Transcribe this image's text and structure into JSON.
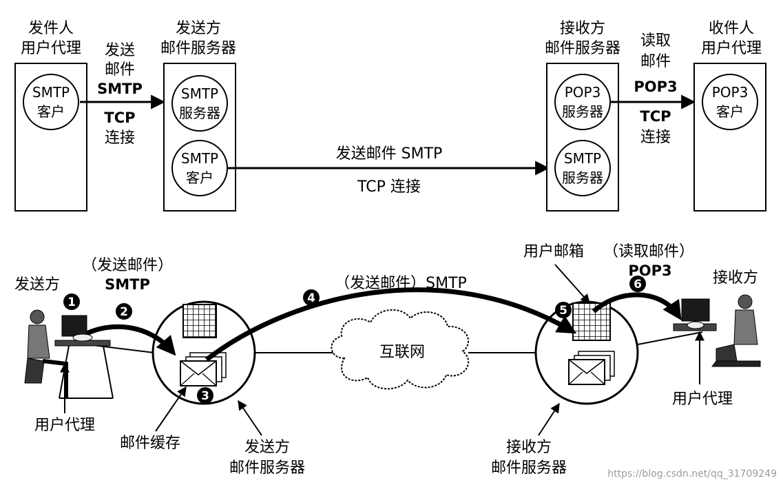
{
  "top": {
    "sender_agent": {
      "title1": "发件人",
      "title2": "用户代理",
      "circle1": "SMTP",
      "circle2": "客户"
    },
    "link1": {
      "l1": "发送",
      "l2": "邮件",
      "l3": "SMTP",
      "l4": "TCP",
      "l5": "连接"
    },
    "send_server": {
      "title1": "发送方",
      "title2": "邮件服务器",
      "c1a": "SMTP",
      "c1b": "服务器",
      "c2a": "SMTP",
      "c2b": "客户"
    },
    "link_mid": {
      "top": "发送邮件 SMTP",
      "bottom": "TCP 连接"
    },
    "recv_server": {
      "title1": "接收方",
      "title2": "邮件服务器",
      "c1a": "POP3",
      "c1b": "服务器",
      "c2a": "SMTP",
      "c2b": "服务器"
    },
    "link2": {
      "l1": "读取",
      "l2": "邮件",
      "l3": "POP3",
      "l4": "TCP",
      "l5": "连接"
    },
    "recipient_agent": {
      "title1": "收件人",
      "title2": "用户代理",
      "circle1": "POP3",
      "circle2": "客户"
    }
  },
  "bottom": {
    "sender_label": "发送方",
    "sender_user_agent": "用户代理",
    "step2_l1": "（发送邮件）",
    "step2_l2": "SMTP",
    "step4": "（发送邮件）SMTP",
    "mailbox": "用户邮箱",
    "step6_l1": "（读取邮件）",
    "step6_l2": "POP3",
    "receiver_label": "接收方",
    "receiver_user_agent": "用户代理",
    "internet": "互联网",
    "mail_cache": "邮件缓存",
    "send_server_l1": "发送方",
    "send_server_l2": "邮件服务器",
    "recv_server_l1": "接收方",
    "recv_server_l2": "邮件服务器",
    "badges": [
      "1",
      "2",
      "3",
      "4",
      "5",
      "6"
    ]
  },
  "watermark": "https://blog.csdn.net/qq_31709249"
}
